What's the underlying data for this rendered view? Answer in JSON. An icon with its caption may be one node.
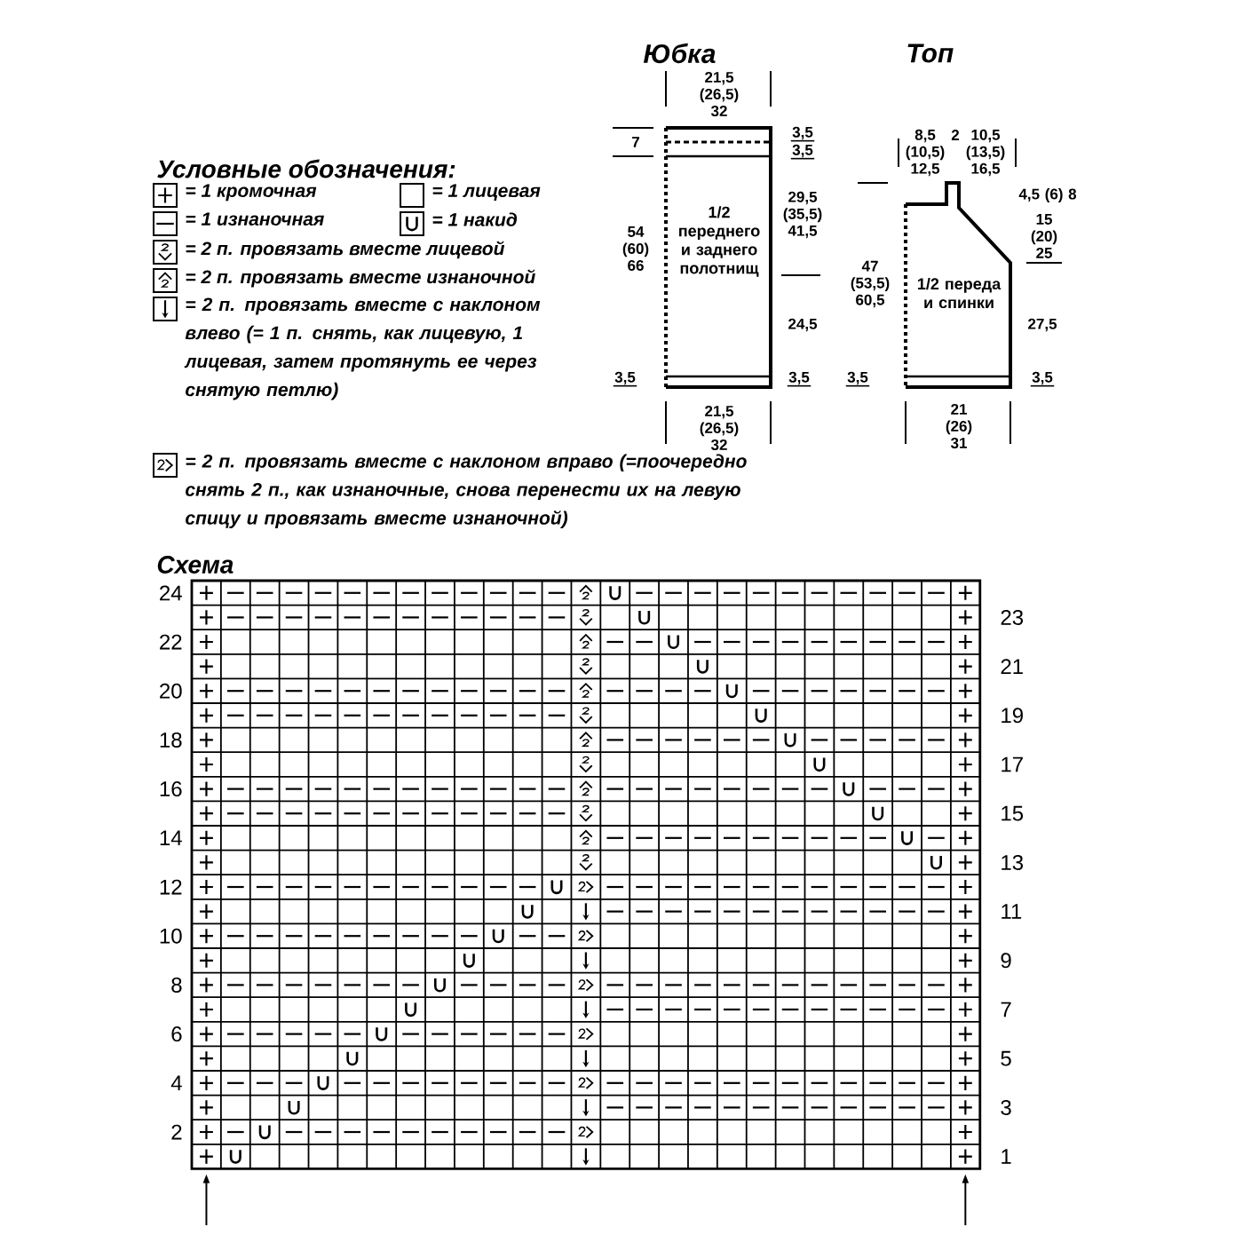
{
  "diagram": {
    "nodes": [
      {
        "text": [
          "Юбка",
          "1/2 переднего и заднего полотнищ"
        ]
      },
      {
        "text": [
          "Топ",
          "1/2 переда и спинки"
        ]
      }
    ],
    "labels": [
      "Условные обозначения:",
      "21,5 (26,5) 32",
      "7",
      "3,5",
      "3,5",
      "54 (60) 66",
      "29,5 (35,5) 41,5",
      "24,5",
      "3,5",
      "3,5",
      "21,5 (26,5) 32",
      "8,5 (10,5) 12,5",
      "2",
      "10,5 (13,5) 16,5",
      "4,5 (6) 8",
      "15 (20) 25",
      "47 (53,5) 60,5",
      "27,5",
      "3,5",
      "3,5",
      "21 (26) 31",
      "Схема",
      "24",
      "23",
      "22",
      "21",
      "20",
      "19",
      "18",
      "17",
      "16",
      "15",
      "14",
      "13",
      "12",
      "11",
      "10",
      "9",
      "8",
      "7",
      "6",
      "5",
      "4",
      "3",
      "2",
      "1"
    ],
    "legend": [
      {
        "text": "= 1 кромочная"
      },
      {
        "text": "= 1 лицевая"
      },
      {
        "text": "= 1 изнаночная"
      },
      {
        "text": "= 1 накид"
      },
      {
        "text": "= 2 п. провязать вместе лицевой"
      },
      {
        "text": "= 2 п. провязать вместе изнаночной"
      },
      {
        "text": "= 2 п. провязать вместе с наклоном влево (= 1 п. снять, как лицевую, 1 лицевая, затем протянуть ее через снятую петлю)"
      },
      {
        "text": "= 2 п. провязать вместе с наклоном вправо (=поочередно снять 2 п., как изнаночные, снова перенести их на левую спицу и провязать вместе изнаночной)"
      }
    ]
  }
}
